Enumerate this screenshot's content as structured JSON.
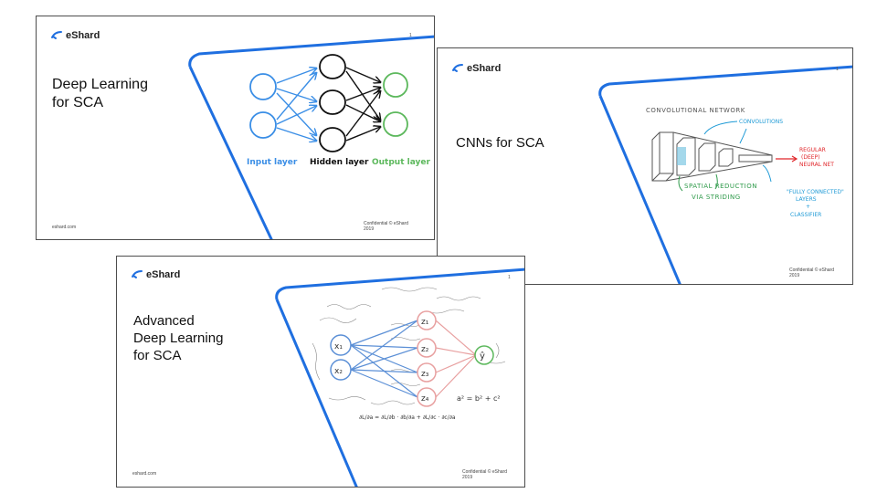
{
  "brand": "eShard",
  "slides": [
    {
      "page": "1",
      "title_lines": [
        "Deep Learning",
        "for SCA"
      ],
      "footer_left": "eshard.com",
      "footer_right_lines": [
        "Confidential © eShard",
        "2019"
      ],
      "diagram_labels": {
        "input": "Input layer",
        "hidden": "Hidden layer",
        "output": "Output layer"
      }
    },
    {
      "page": "1",
      "title": "CNNs for SCA",
      "footer_right_lines": [
        "Confidential © eShard",
        "2019"
      ],
      "annotations": {
        "network": "CONVOLUTIONAL NETWORK",
        "convolutions": "CONVOLUTIONS",
        "regular_lines": [
          "REGULAR",
          "(DEEP)",
          "NEURAL NET"
        ],
        "spatial_lines": [
          "SPATIAL REDUCTION",
          "VIA STRIDING"
        ],
        "fully_lines": [
          "\"FULLY CONNECTED\"",
          "LAYERS",
          "+",
          "CLASSIFIER"
        ]
      }
    },
    {
      "page": "1",
      "title_lines": [
        "Advanced",
        "Deep Learning",
        "for SCA"
      ],
      "footer_left": "eshard.com",
      "footer_right_lines": [
        "Confidential © eShard",
        "2019"
      ],
      "nodes": {
        "inputs": [
          "x₁",
          "x₂"
        ],
        "hidden": [
          "z₁",
          "z₂",
          "z₃",
          "z₄"
        ],
        "output": "ŷ"
      },
      "formula": "a² = b² + c²",
      "derivative": "∂L/∂a = ∂L/∂b · ∂b/∂a + ∂L/∂c · ∂c/∂a"
    }
  ],
  "colors": {
    "accent_blue": "#1f6fe0",
    "input_blue": "#3a8ee6",
    "output_green": "#5cb85c",
    "annot_red": "#e0262a",
    "annot_green": "#2e9a4a",
    "node_red": "#e8a0a0"
  }
}
